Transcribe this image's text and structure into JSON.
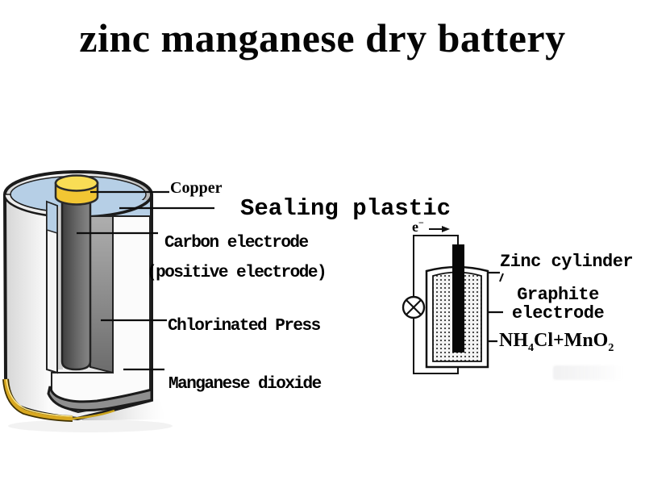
{
  "title": "zinc manganese dry battery",
  "battery": {
    "copper": "Copper",
    "sealing_plastic": "Sealing plastic",
    "carbon_line1": "Carbon electrode",
    "carbon_line2": "(positive electrode)",
    "chlorinated": "Chlorinated Press",
    "manganese": "Manganese dioxide"
  },
  "schematic": {
    "electron_base": "e",
    "electron_sup": "−",
    "zinc_cylinder": "Zinc cylinder",
    "graphite_line1": "Graphite",
    "graphite_line2": "electrode",
    "electrolyte_p1": "NH",
    "electrolyte_sub1": "4",
    "electrolyte_p2": "Cl+MnO",
    "electrolyte_sub2": "2"
  },
  "colors": {
    "ink": "#111111",
    "sealing_blue": "#b6cfe6",
    "copper_cap_yellow": "#f6d84b",
    "gold_rim": "#d8a820",
    "casing_gray": "#c9c9c9",
    "carbon_dark_gray": "#5a5a5a"
  }
}
